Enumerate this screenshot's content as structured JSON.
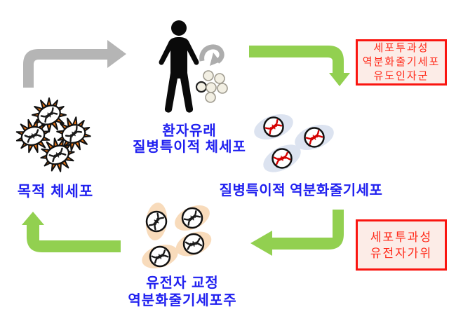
{
  "diagram": {
    "labels": {
      "patient": {
        "line1": "환자유래",
        "line2": "질병특이적 체세포"
      },
      "target_cells": {
        "text": "목적 체세포"
      },
      "ipsc": {
        "text": "질병특이적 역분화줄기세포"
      },
      "corrected": {
        "line1": "유전자 교정",
        "line2": "역분화줄기세포주"
      }
    },
    "callouts": {
      "reprogramming_factors": {
        "line1": "세포투과성",
        "line2": "역분화줄기세포",
        "line3": "유도인자군"
      },
      "gene_scissors": {
        "line1": "세포투과성",
        "line2": "유전자가위"
      }
    },
    "icons": {
      "person": "human-silhouette",
      "biopsy_arrow": "small-curved-gray-arrow",
      "cell_cluster": "six-small-round-cells",
      "dna": "dna-helix",
      "burst_cell": "orange-starburst-cell",
      "ipsc_cell": "blue-oval-stem-cell",
      "corrected_cell": "beige-oval-stem-cell"
    },
    "colors": {
      "label_blue": "#2020f0",
      "callout_text_red": "#ff2a1a",
      "callout_border_red": "#fa1510",
      "callout_bg_pink": "#fcece7",
      "arrow_green": "#92d050",
      "arrow_gray": "#b5b5b5",
      "cell_orange": "#ed7514",
      "cell_blue": "#dce3f0",
      "cell_beige": "#f8dbbb",
      "cluster_cell_fill": "#f2efe3",
      "dna_red": "#d40000",
      "dna_black": "#1a1a1a",
      "person_black": "#0a0a0a"
    }
  }
}
